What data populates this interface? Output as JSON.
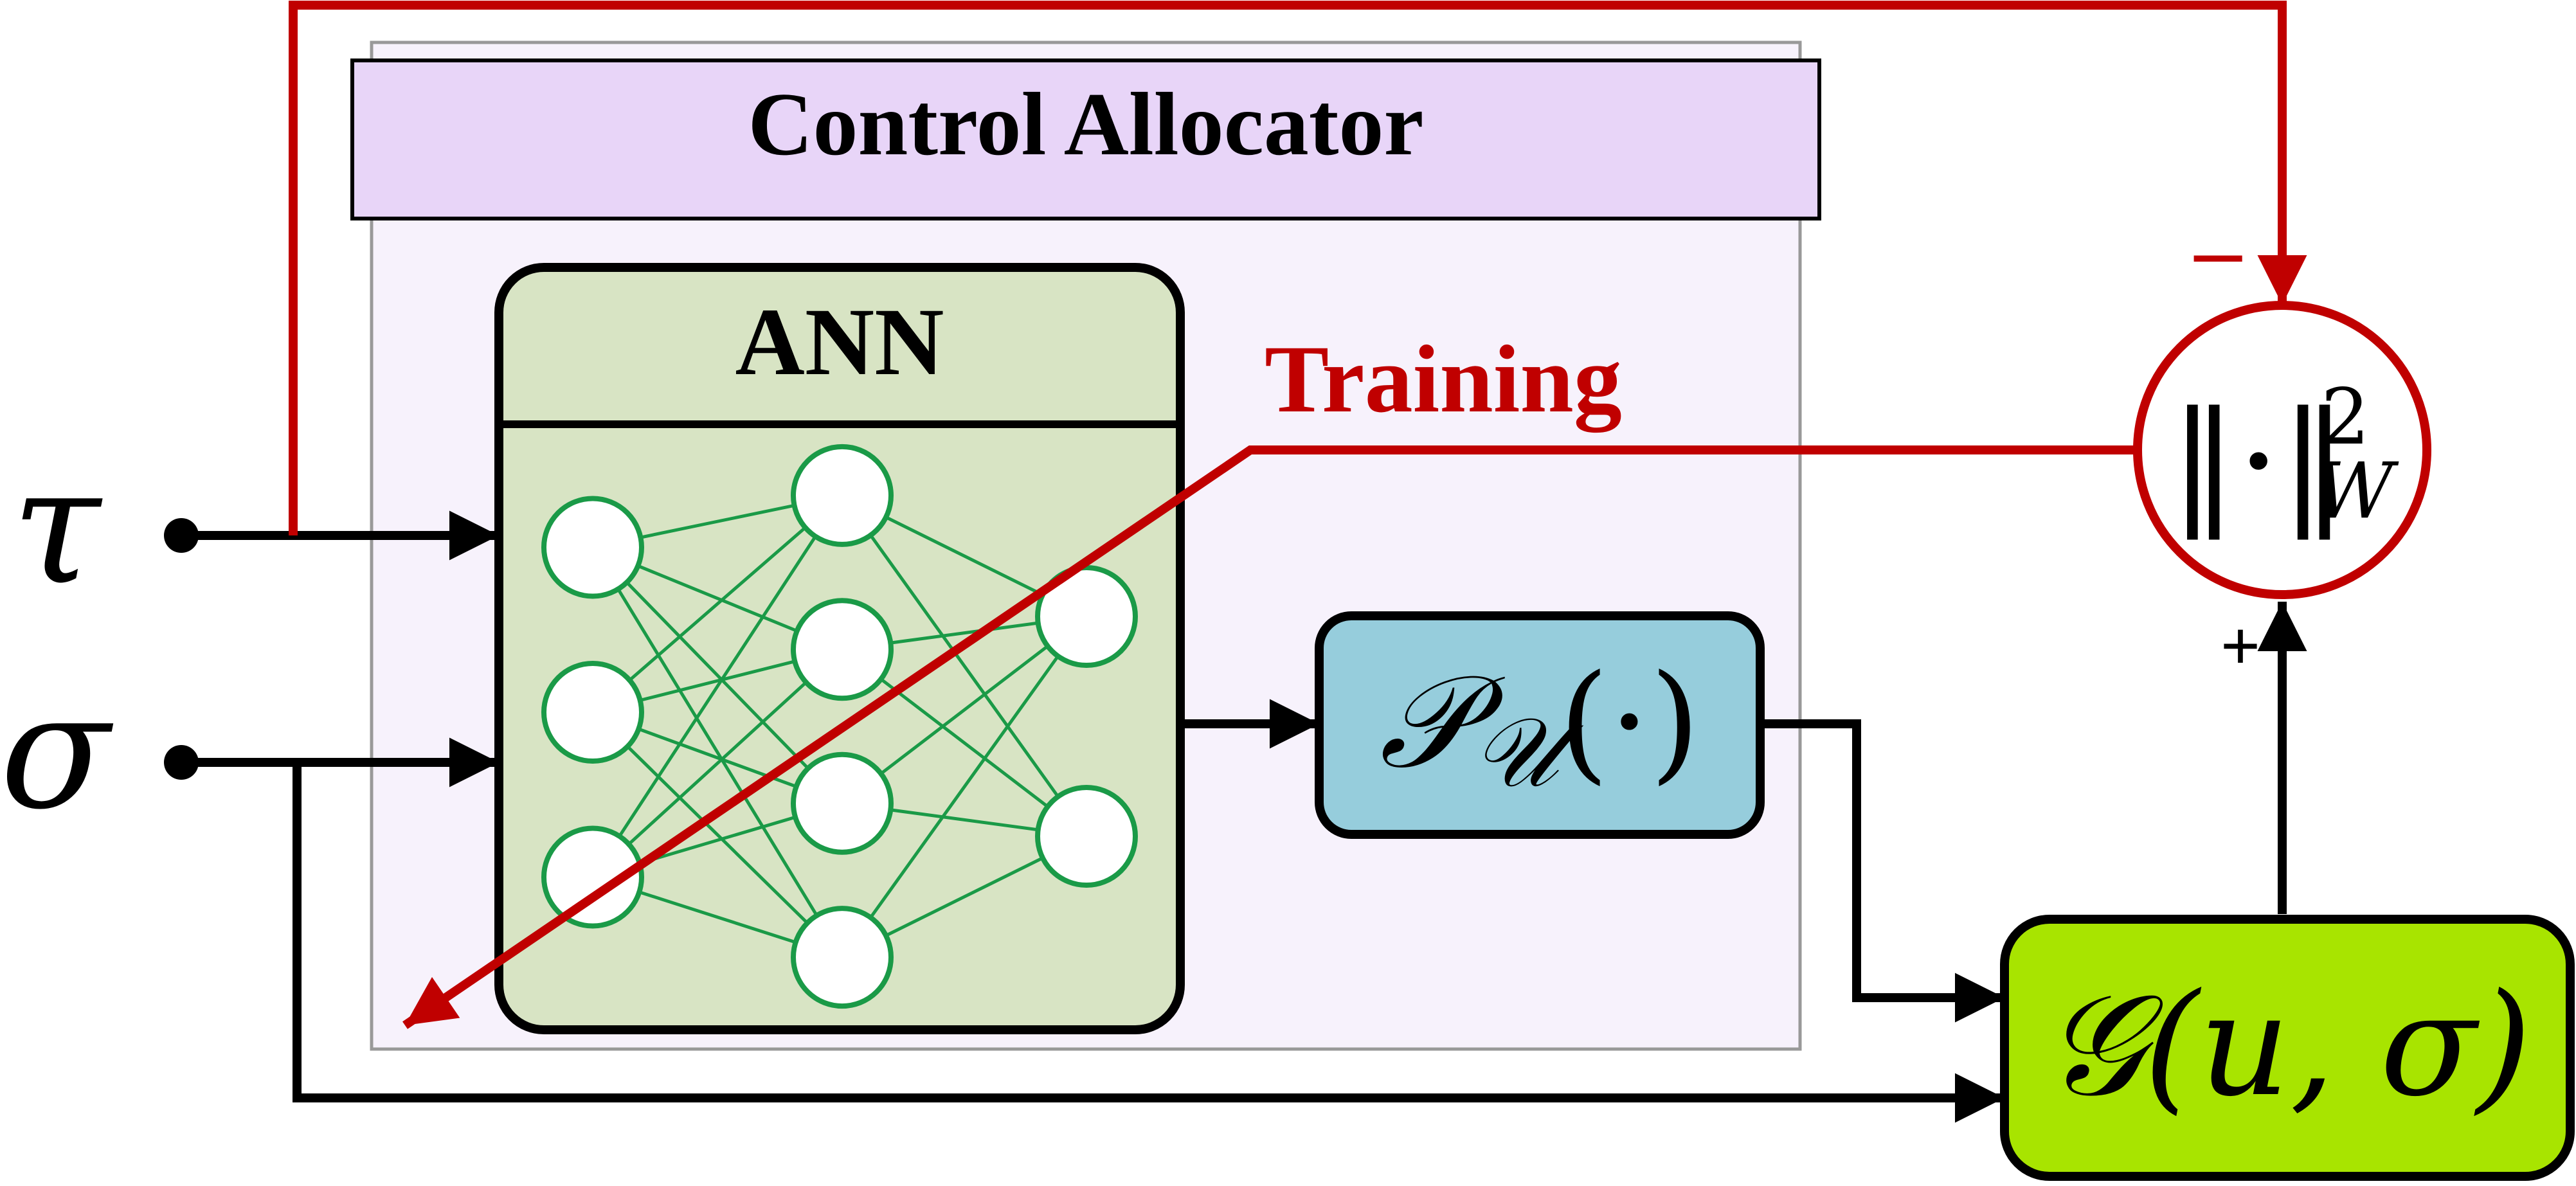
{
  "title": "Control Allocator",
  "ann_label": "ANN",
  "training_label": "Training",
  "inputs": {
    "tau": "τ",
    "sigma": "σ"
  },
  "projection": {
    "P": "𝒫",
    "U": "𝒰",
    "args": "(·)"
  },
  "plant": {
    "G": "𝒢",
    "args": "(u, σ)"
  },
  "norm": {
    "body": "‖·‖",
    "sup": "2",
    "sub": "W"
  },
  "signs": {
    "minus": "−",
    "plus": "+"
  },
  "network": {
    "layers": [
      3,
      4,
      2
    ]
  },
  "colors": {
    "allocator_fill": "#f7f2fc",
    "allocator_border": "#999999",
    "title_fill": "#e8d5f8",
    "ann_fill": "#d8e4c4",
    "neuron_stroke": "#1a9a47",
    "projection_fill": "#96cddc",
    "plant_fill": "#a8e400",
    "training_red": "#c00000",
    "black": "#000000"
  }
}
